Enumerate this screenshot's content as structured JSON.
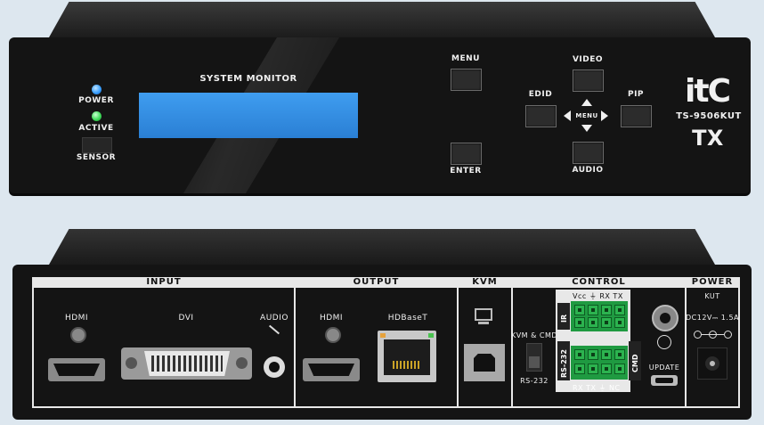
{
  "front": {
    "power_label": "POWER",
    "active_label": "ACTIVE",
    "sensor_label": "SENSOR",
    "system_monitor_label": "SYSTEM MONITOR",
    "menu_label": "MENU",
    "enter_label": "ENTER",
    "video_label": "VIDEO",
    "audio_label": "AUDIO",
    "edid_label": "EDID",
    "pip_label": "PIP",
    "nav_center_label": "MENU",
    "brand": "itC",
    "model": "TS-9506KUT",
    "model_suffix": "TX",
    "colors": {
      "power_led": "#3aa0ff",
      "active_led": "#3fdc5a",
      "lcd": "#3a95ea"
    }
  },
  "rear": {
    "input": {
      "title": "INPUT",
      "hdmi_label": "HDMI",
      "dvi_label": "DVI",
      "audio_label": "AUDIO"
    },
    "output": {
      "title": "OUTPUT",
      "hdmi_label": "HDMI",
      "hdbaset_label": "HDBaseT"
    },
    "kvm": {
      "title": "KVM"
    },
    "control": {
      "title": "CONTROL",
      "ir_label": "IR",
      "ir_pins": "Vcc  ⏚  RX  TX",
      "switch_top_label": "KVM & CMD",
      "switch_bottom_label": "RS-232",
      "rs232_label": "RS-232",
      "cmd_label": "CMD",
      "bottom_pins": "RX  TX  ⏚  NC",
      "update_label": "UPDATE"
    },
    "power": {
      "title": "POWER",
      "sub_label": "KUT",
      "rating": "DC12V⎓ 1.5A"
    }
  }
}
